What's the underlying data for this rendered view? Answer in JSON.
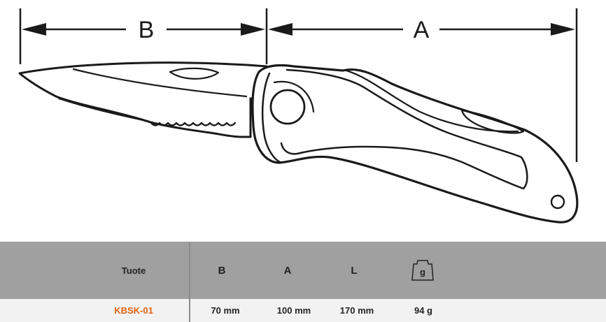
{
  "dimensions": {
    "b_label": "B",
    "a_label": "A"
  },
  "table": {
    "header": {
      "product": "Tuote",
      "b": "B",
      "a": "A",
      "l": "L",
      "weight_icon_glyph": "g"
    },
    "row": {
      "code": "KBSK-01",
      "b": "70 mm",
      "a": "100 mm",
      "l": "170 mm",
      "weight": "94 g"
    }
  },
  "colors": {
    "code_accent": "#e0620e",
    "header_bg": "#a0a0a0",
    "row_bg": "#f2f2f2"
  },
  "icons": [
    "weight-icon"
  ]
}
